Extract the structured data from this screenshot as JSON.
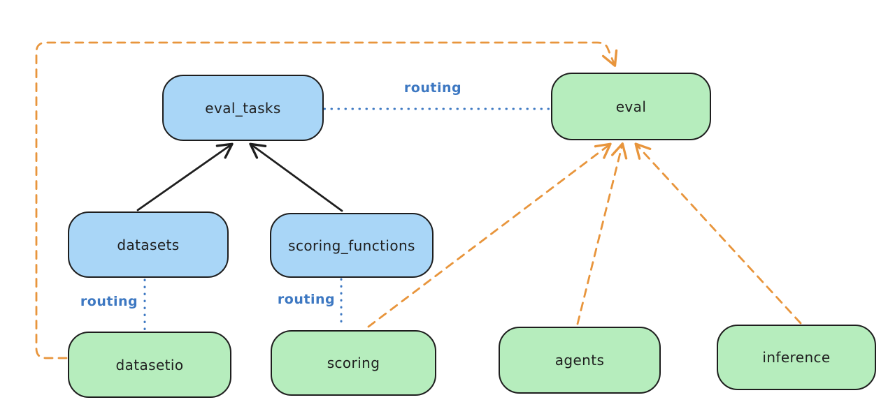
{
  "diagram": {
    "title": "",
    "nodes": [
      {
        "id": "eval_tasks",
        "label": "eval_tasks",
        "fill": "#a9d6f7"
      },
      {
        "id": "eval",
        "label": "eval",
        "fill": "#b6edbd"
      },
      {
        "id": "datasets",
        "label": "datasets",
        "fill": "#a9d6f7"
      },
      {
        "id": "scoring_functions",
        "label": "scoring_functions",
        "fill": "#a9d6f7"
      },
      {
        "id": "datasetio",
        "label": "datasetio",
        "fill": "#b6edbd"
      },
      {
        "id": "scoring",
        "label": "scoring",
        "fill": "#b6edbd"
      },
      {
        "id": "agents",
        "label": "agents",
        "fill": "#b6edbd"
      },
      {
        "id": "inference",
        "label": "inference",
        "fill": "#b6edbd"
      }
    ],
    "edges": [
      {
        "from": "datasets",
        "to": "eval_tasks",
        "style": "solid",
        "color": "#1e1e1e",
        "label": ""
      },
      {
        "from": "scoring_functions",
        "to": "eval_tasks",
        "style": "solid",
        "color": "#1e1e1e",
        "label": ""
      },
      {
        "from": "eval_tasks",
        "to": "eval",
        "style": "dotted",
        "color": "#3d78c2",
        "label": "routing"
      },
      {
        "from": "datasets",
        "to": "datasetio",
        "style": "dotted",
        "color": "#3d78c2",
        "label": "routing"
      },
      {
        "from": "scoring_functions",
        "to": "scoring",
        "style": "dotted",
        "color": "#3d78c2",
        "label": "routing"
      },
      {
        "from": "datasetio",
        "to": "eval",
        "style": "dashed",
        "color": "#e8953c",
        "label": ""
      },
      {
        "from": "scoring",
        "to": "eval",
        "style": "dashed",
        "color": "#e8953c",
        "label": ""
      },
      {
        "from": "agents",
        "to": "eval",
        "style": "dashed",
        "color": "#e8953c",
        "label": ""
      },
      {
        "from": "inference",
        "to": "eval",
        "style": "dashed",
        "color": "#e8953c",
        "label": ""
      }
    ],
    "colors": {
      "background": "#ffffff",
      "node_border": "#1e1e1e",
      "blue_node_fill": "#a9d6f7",
      "green_node_fill": "#b6edbd",
      "routing_blue": "#3d78c2",
      "dashed_orange": "#e8953c",
      "solid_black": "#1e1e1e"
    }
  }
}
